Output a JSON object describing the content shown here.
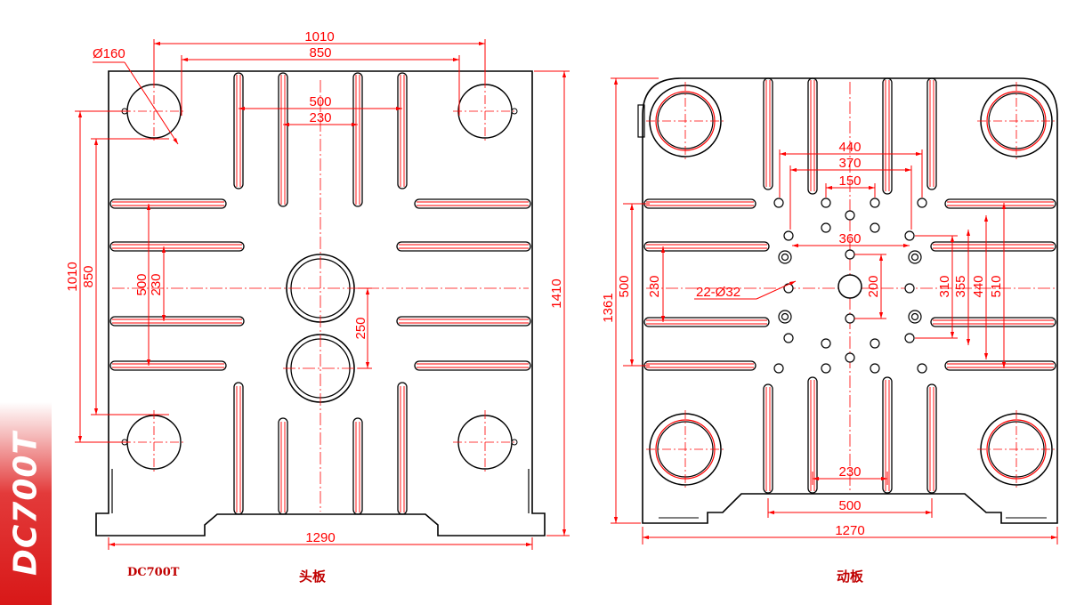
{
  "sidebar": {
    "model_badge": "DC700T"
  },
  "captions": {
    "model": "DC700T",
    "fixed_plate": "头板",
    "moving_plate": "动板"
  },
  "colors": {
    "outline": "#000000",
    "dimension": "#ff0000",
    "badge": "#d81818"
  },
  "fixed_plate": {
    "dims": {
      "tie_bar_dia": "Ø160",
      "width_top": "1010",
      "width_inner": "850",
      "slot_500": "500",
      "slot_230": "230",
      "height_left": "1010",
      "height_left_inner": "850",
      "left_500": "500",
      "left_230": "230",
      "center_250": "250",
      "total_height": "1410",
      "bottom_width": "1290"
    }
  },
  "moving_plate": {
    "dims": {
      "d440": "440",
      "d370": "370",
      "d150": "150",
      "d360": "360",
      "holes": "22-Ø32",
      "d200": "200",
      "d310": "310",
      "d355": "355",
      "d440v": "440",
      "d510": "510",
      "left_500": "500",
      "left_230": "230",
      "total_height": "1361",
      "bottom_500": "500",
      "bottom_230": "230",
      "bottom_width": "1270"
    }
  }
}
